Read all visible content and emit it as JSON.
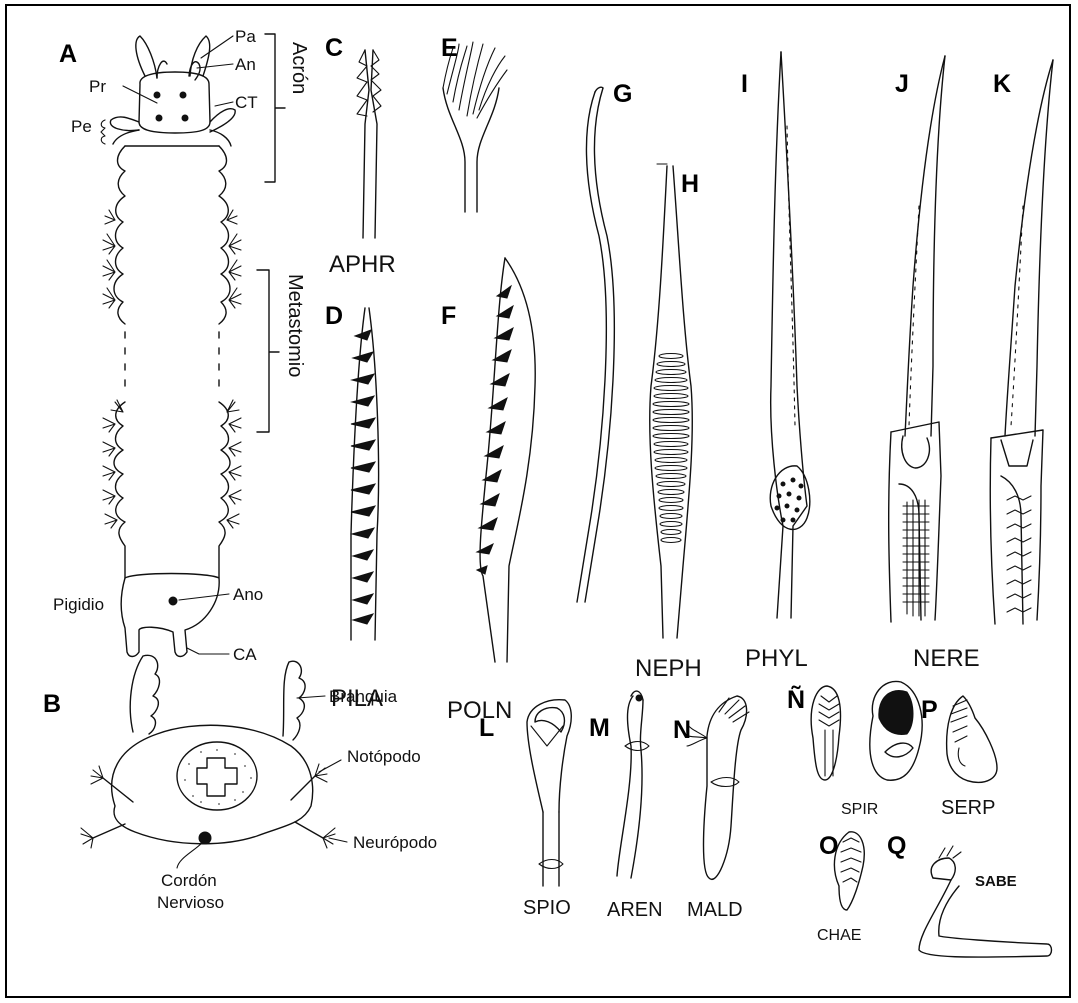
{
  "panels": {
    "A": "A",
    "B": "B",
    "C": "C",
    "D": "D",
    "E": "E",
    "F": "F",
    "G": "G",
    "H": "H",
    "I": "I",
    "J": "J",
    "K": "K",
    "L": "L",
    "M": "M",
    "N": "N",
    "Ntilde": "Ñ",
    "O": "O",
    "P": "P",
    "Q": "Q"
  },
  "anatomy_A": {
    "pa": "Pa",
    "an": "An",
    "pr": "Pr",
    "ct": "CT",
    "pe": "Pe",
    "acron": "Acrón",
    "metastomio": "Metastomio",
    "pigidio": "Pigidio",
    "ano": "Ano",
    "ca": "CA"
  },
  "anatomy_B": {
    "branquia": "Branquia",
    "notopodo": "Notópodo",
    "neuropodo": "Neurópodo",
    "cordon_1": "Cordón",
    "cordon_2": "Nervioso"
  },
  "chaetae": {
    "aphr": "APHR",
    "pila": "PILA",
    "poln": "POLN",
    "neph": "NEPH",
    "phyl": "PHYL",
    "nere": "NERE",
    "spio": "SPIO",
    "aren": "AREN",
    "mald": "MALD",
    "spir": "SPIR",
    "serp": "SERP",
    "chae": "CHAE",
    "sabe": "SABE"
  },
  "colors": {
    "ink": "#111111",
    "background": "#ffffff",
    "border": "#000000"
  }
}
